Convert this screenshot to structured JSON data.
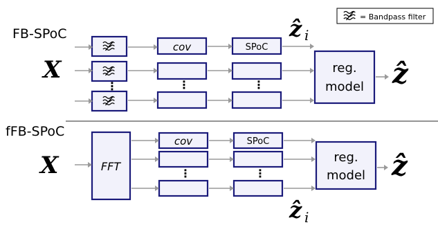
{
  "legend": {
    "icon": "bandpass-filter-icon",
    "text": "= Bandpass filter"
  },
  "top": {
    "title": "FB-SPoC",
    "input": "X",
    "cov": "cov",
    "spoc": "SPoC",
    "zi": "ẑ",
    "zi_sub": "i",
    "dots": "⋮",
    "model_line1": "reg.",
    "model_line2": "model",
    "output": "ẑ"
  },
  "bottom": {
    "title": "fFB-SPoC",
    "input": "X",
    "fft": "FFT",
    "cov": "cov",
    "spoc": "SPoC",
    "zi": "ẑ",
    "zi_sub": "i",
    "dots": "⋮",
    "model_line1": "reg.",
    "model_line2": "model",
    "output": "ẑ"
  },
  "colors": {
    "box_stroke": "#1a1a7a",
    "box_fill": "#f2f2fb",
    "arrow": "#9a9a9a"
  }
}
